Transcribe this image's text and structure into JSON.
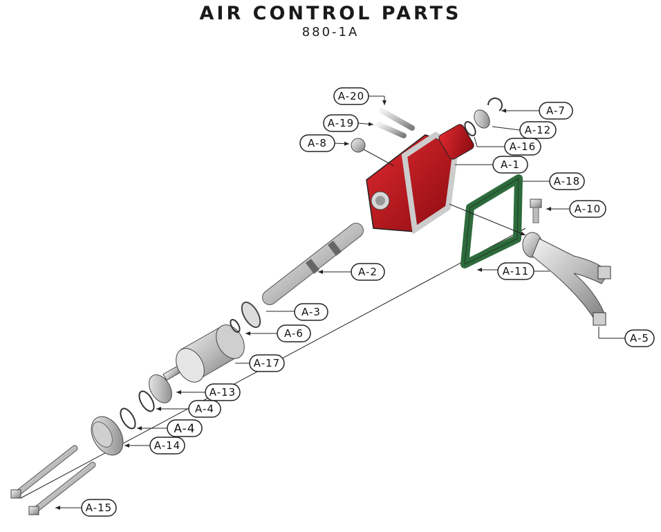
{
  "title": "AIR CONTROL PARTS",
  "subtitle": "880-1A",
  "colors": {
    "housing": "#c8141c",
    "gasket": "#2e6b3c",
    "metal": "#b9b9b9",
    "line": "#222222"
  },
  "callouts": {
    "a20": "A-20",
    "a19": "A-19",
    "a8": "A-8",
    "a7": "A-7",
    "a12": "A-12",
    "a16": "A-16",
    "a1": "A-1",
    "a18": "A-18",
    "a10": "A-10",
    "a2": "A-2",
    "a11": "A-11",
    "a3": "A-3",
    "a6": "A-6",
    "a5": "A-5",
    "a17": "A-17",
    "a13": "A-13",
    "a4": "A-4",
    "a4b": "A-4",
    "a14": "A-14",
    "a15": "A-15"
  }
}
